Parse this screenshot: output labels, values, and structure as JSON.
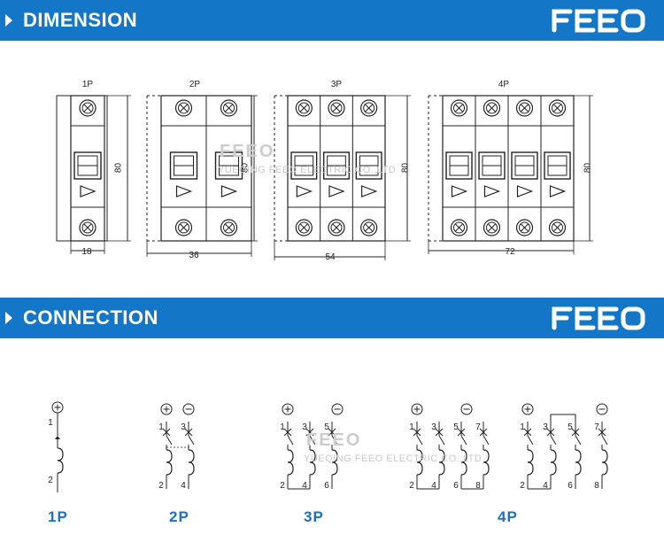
{
  "brand": {
    "logo_text": "FEEO",
    "color": "#1476c6",
    "label_color": "#1e6fbe"
  },
  "sections": {
    "dimension": {
      "title": "DIMENSION"
    },
    "connection": {
      "title": "CONNECTION"
    }
  },
  "dimension": {
    "poles": [
      {
        "label": "1P",
        "width": "18",
        "height": "80"
      },
      {
        "label": "2P",
        "width": "36",
        "height": "80"
      },
      {
        "label": "3P",
        "width": "54",
        "height": "80"
      },
      {
        "label": "4P",
        "width": "72",
        "height": "80"
      }
    ]
  },
  "connection": {
    "labels": [
      "1P",
      "2P",
      "3P",
      "4P"
    ],
    "terminals_top": [
      "1",
      "3",
      "5",
      "7"
    ],
    "terminals_bottom": [
      "2",
      "4",
      "6",
      "8"
    ]
  },
  "watermark": {
    "logo": "FEEO",
    "company": "YUEQING FEEO ELECTRIC CO.,LTD"
  }
}
